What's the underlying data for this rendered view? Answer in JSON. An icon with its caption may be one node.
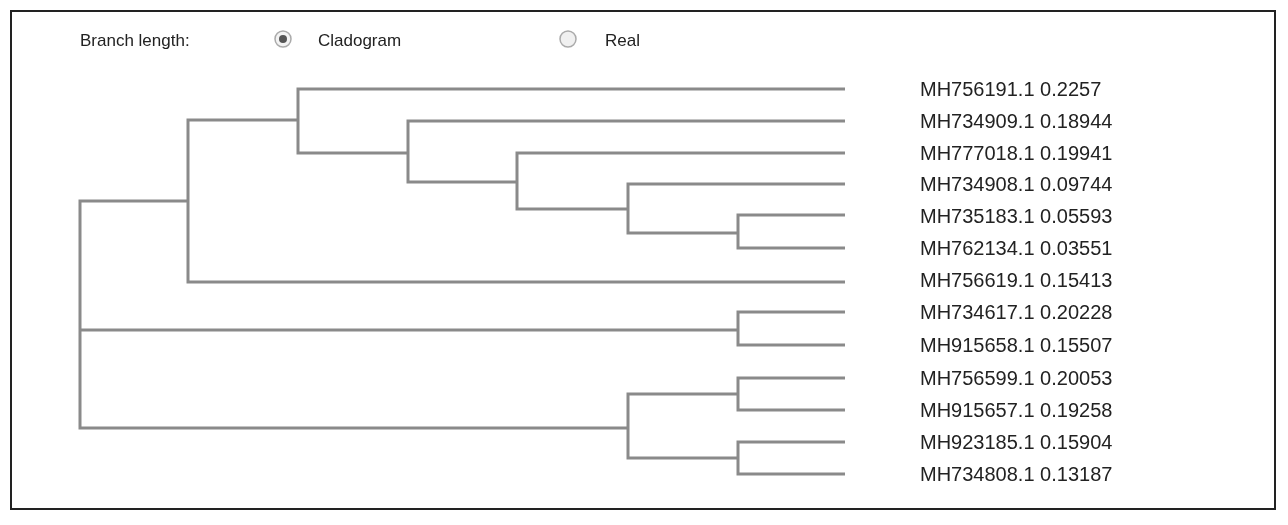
{
  "diagram": {
    "labels": [
      "Branch length:",
      "Cladogram",
      "Real",
      "MH756191.1 0.2257",
      "MH734909.1 0.18944",
      "MH777018.1 0.19941",
      "MH734908.1 0.09744",
      "MH735183.1 0.05593",
      "MH762134.1 0.03551",
      "MH756619.1 0.15413",
      "MH734617.1 0.20228",
      "MH915658.1 0.15507",
      "MH756599.1 0.20053",
      "MH915657.1 0.19258",
      "MH923185.1 0.15904",
      "MH734808.1 0.13187"
    ]
  }
}
